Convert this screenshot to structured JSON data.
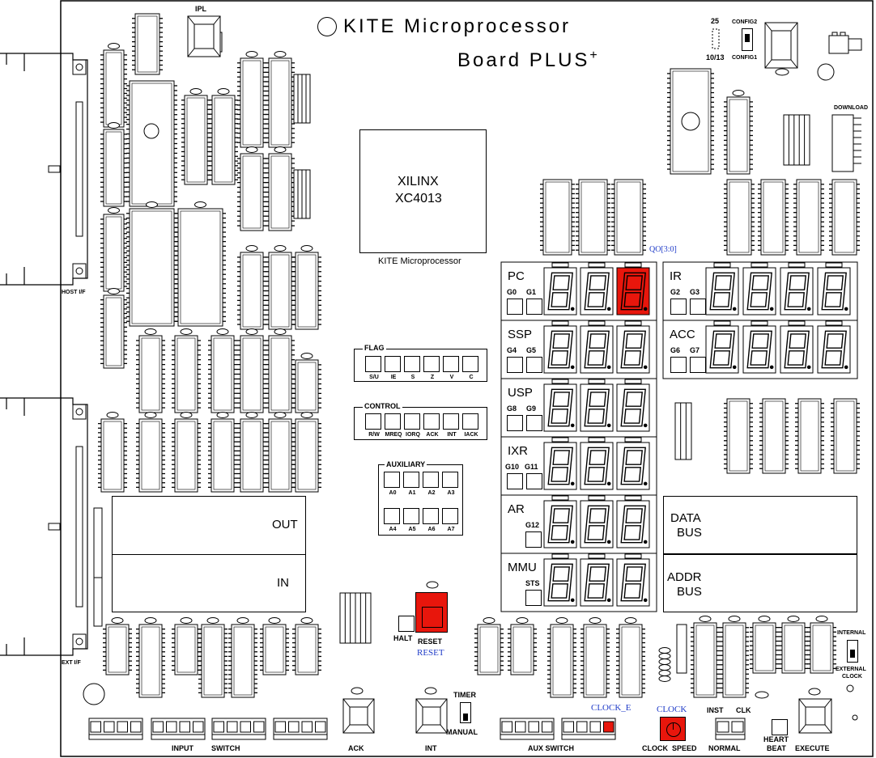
{
  "title": {
    "line1": "KITE Microprocessor",
    "line2": "Board PLUS",
    "sup": "+"
  },
  "chip": {
    "line1": "XILINX",
    "line2": "XC4013",
    "caption": "KITE Microprocessor"
  },
  "labels": {
    "ipl": "IPL",
    "host_if": "HOST I/F",
    "ext_if": "EXT I/F",
    "config_top": "25",
    "config_bottom": "10/13",
    "config2": "CONFIG2",
    "config1": "CONFIG1",
    "download": "DOWNLOAD",
    "qo": "QO[3:0]",
    "internal": "INTERNAL",
    "external": "EXTERNAL",
    "clock": "CLOCK",
    "halt": "HALT",
    "reset": "RESET",
    "reset_blue": "RESET",
    "timer": "TIMER",
    "manual": "MANUAL",
    "clock_e": "CLOCK_E",
    "clock_blue": "CLOCK",
    "inst": "INST",
    "clk": "CLK"
  },
  "flag": {
    "title": "FLAG",
    "items": [
      "S/U",
      "IE",
      "S",
      "Z",
      "V",
      "C"
    ]
  },
  "control": {
    "title": "CONTROL",
    "items": [
      "R/W",
      "MREQ",
      "IORQ",
      "ACK",
      "INT",
      "IACK"
    ]
  },
  "auxiliary": {
    "title": "AUXILIARY",
    "row1": [
      "A0",
      "A1",
      "A2",
      "A3"
    ],
    "row2": [
      "A4",
      "A5",
      "A6",
      "A7"
    ]
  },
  "registers_left": [
    {
      "name": "PC",
      "leds": [
        "G0",
        "G1"
      ]
    },
    {
      "name": "SSP",
      "leds": [
        "G4",
        "G5"
      ]
    },
    {
      "name": "USP",
      "leds": [
        "G8",
        "G9"
      ]
    },
    {
      "name": "IXR",
      "leds": [
        "G10",
        "G11"
      ]
    },
    {
      "name": "AR",
      "leds": [
        "G12"
      ]
    },
    {
      "name": "MMU",
      "leds": [
        "STS"
      ]
    }
  ],
  "registers_right": [
    {
      "name": "IR",
      "leds": [
        "G2",
        "G3"
      ]
    },
    {
      "name": "ACC",
      "leds": [
        "G6",
        "G7"
      ]
    }
  ],
  "bus": {
    "data": [
      "DATA",
      "BUS"
    ],
    "addr": [
      "ADDR",
      "BUS"
    ]
  },
  "io": {
    "out": "OUT",
    "in": "IN"
  },
  "digit_glyph": "8.",
  "bottom_labels": {
    "input": "INPUT",
    "switch": "SWITCH",
    "ack": "ACK",
    "int": "INT",
    "aux_switch": "AUX SWITCH",
    "clock_speed": "CLOCK  SPEED",
    "normal": "NORMAL",
    "heart": "HEART",
    "beat": "BEAT",
    "execute": "EXECUTE"
  },
  "colors": {
    "active_red": "#e8160c",
    "ink": "#000000",
    "blue_label": "#1f3bc8"
  }
}
